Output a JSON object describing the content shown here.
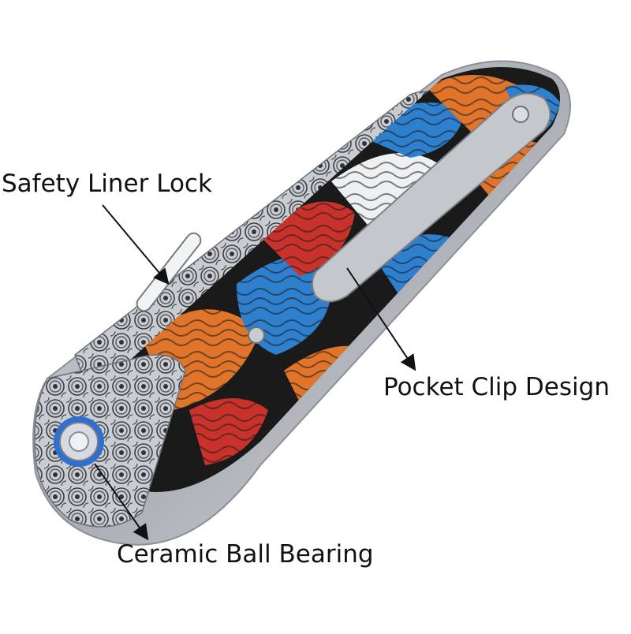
{
  "labels": {
    "liner_lock": "Safety Liner Lock",
    "pocket_clip": "Pocket Clip Design",
    "ball_bearing": "Ceramic Ball Bearing"
  },
  "colors": {
    "background": "#ffffff",
    "steel": "#b9bcc1",
    "damascus_dark": "#3a3d42",
    "scale_red": "#c8322a",
    "scale_orange": "#e0742a",
    "scale_blue": "#2f7fcf",
    "scale_white": "#eef0f2",
    "pivot_ring": "#2f6fd0",
    "arrow": "#111111"
  }
}
